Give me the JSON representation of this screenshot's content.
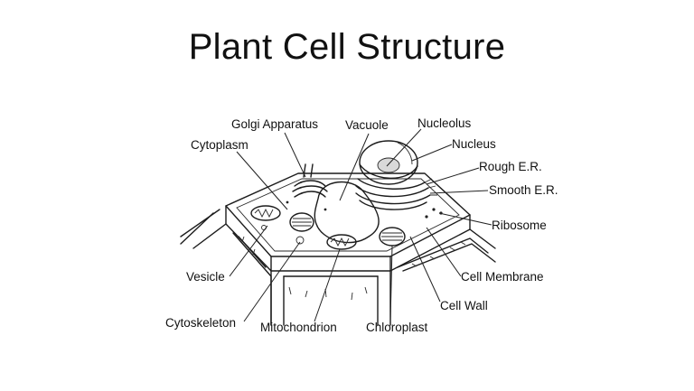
{
  "title": "Plant Cell Structure",
  "labels": {
    "golgi": "Golgi Apparatus",
    "vacuole": "Vacuole",
    "nucleolus": "Nucleolus",
    "nucleus": "Nucleus",
    "cytoplasm": "Cytoplasm",
    "rough_er": "Rough E.R.",
    "smooth_er": "Smooth E.R.",
    "ribosome": "Ribosome",
    "vesicle": "Vesicle",
    "cell_membrane": "Cell Membrane",
    "cell_wall": "Cell Wall",
    "cytoskeleton": "Cytoskeleton",
    "mitochondrion": "Mitochondrion",
    "chloroplast": "Chloroplast"
  }
}
